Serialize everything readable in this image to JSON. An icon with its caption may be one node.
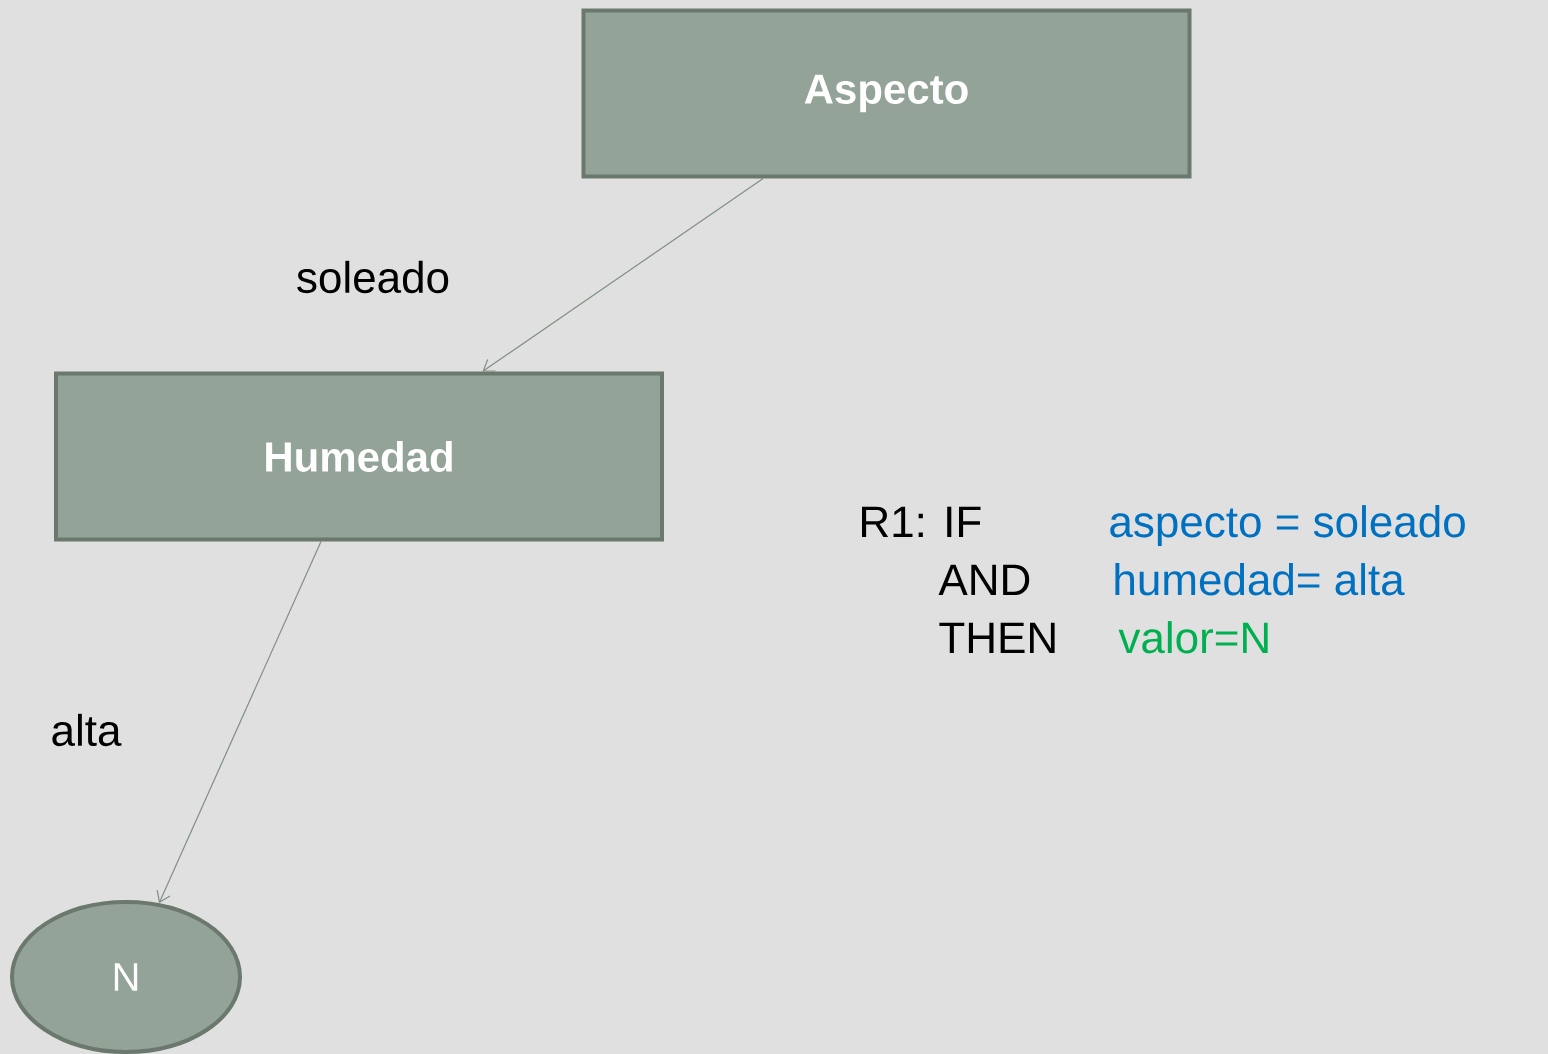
{
  "diagram": {
    "nodes": [
      {
        "text": [
          "Aspecto"
        ]
      },
      {
        "text": [
          "Humedad"
        ]
      },
      {
        "text": [
          "N"
        ]
      }
    ],
    "edges": [
      {
        "from": 0,
        "to": 1,
        "arrow": "to",
        "label": "soleado"
      },
      {
        "from": 1,
        "to": 2,
        "arrow": "to",
        "label": "alta"
      }
    ],
    "labels": [
      "R1: IF",
      "aspecto = soleado",
      "AND",
      "humedad= alta",
      "THEN",
      "valor=N"
    ]
  }
}
